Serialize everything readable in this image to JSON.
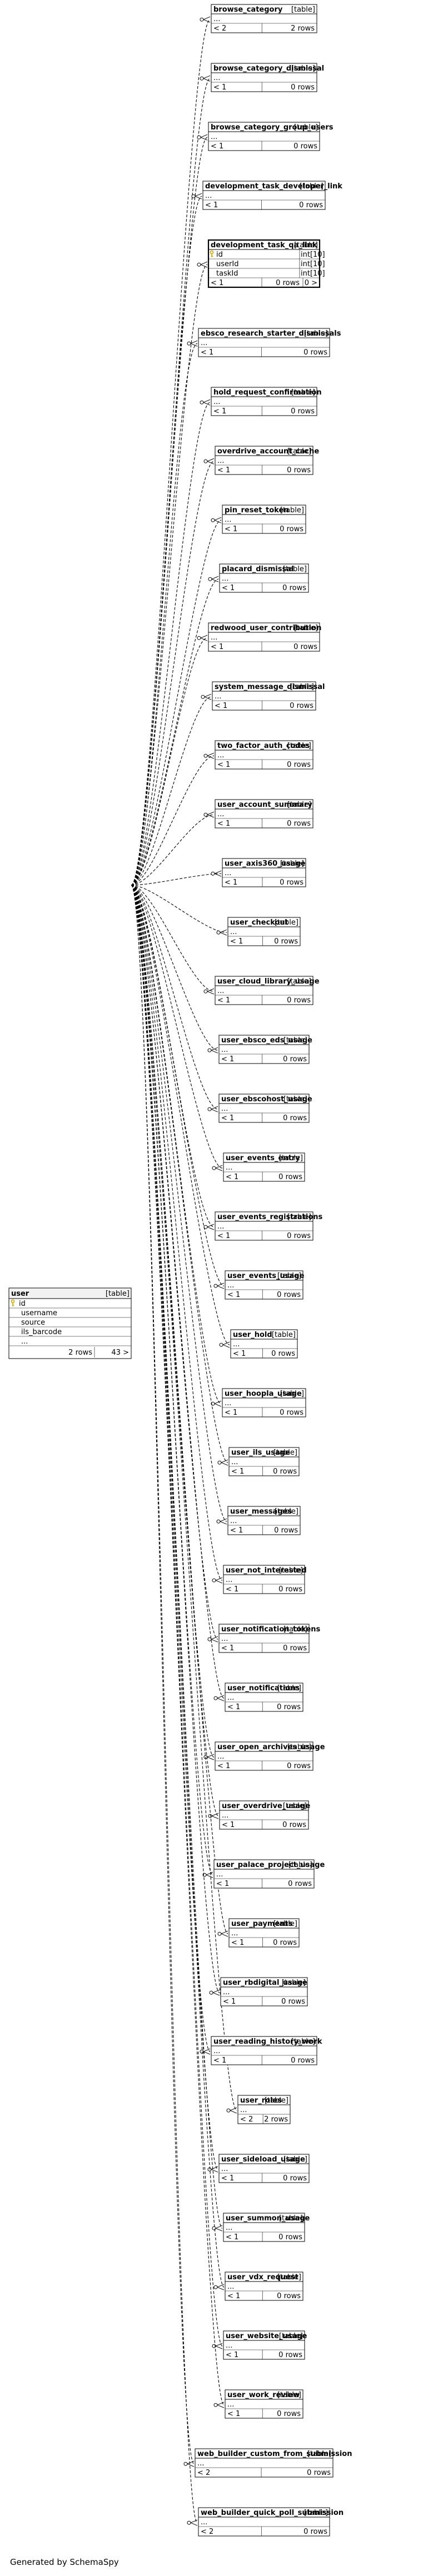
{
  "diagram": {
    "tag_label": "[table]",
    "user_table": {
      "name": "user",
      "columns": [
        {
          "name": "id",
          "pk": true
        },
        {
          "name": "username",
          "pk": false
        },
        {
          "name": "source",
          "pk": false
        },
        {
          "name": "ils_barcode",
          "pk": false
        },
        {
          "name": "...",
          "pk": false
        }
      ],
      "rows_text": "2 rows",
      "children_text": "43 >"
    },
    "tables": [
      {
        "name": "browse_category",
        "parents": "< 2",
        "rows": "2 rows"
      },
      {
        "name": "browse_category_dismissal",
        "parents": "< 1",
        "rows": "0 rows"
      },
      {
        "name": "browse_category_group_users",
        "parents": "< 1",
        "rows": "0 rows"
      },
      {
        "name": "development_task_developer_link",
        "parents": "< 1",
        "rows": "0 rows"
      },
      {
        "name": "development_task_qa_link",
        "parents": "< 1",
        "rows": "0 rows",
        "children": "0 >",
        "highlight": true,
        "columns": [
          {
            "name": "id",
            "type": "int[10]",
            "pk": true
          },
          {
            "name": "userId",
            "type": "int[10]",
            "pk": false
          },
          {
            "name": "taskId",
            "type": "int[10]",
            "pk": false
          }
        ]
      },
      {
        "name": "ebsco_research_starter_dismissals",
        "parents": "< 1",
        "rows": "0 rows"
      },
      {
        "name": "hold_request_confirmation",
        "parents": "< 1",
        "rows": "0 rows"
      },
      {
        "name": "overdrive_account_cache",
        "parents": "< 1",
        "rows": "0 rows"
      },
      {
        "name": "pin_reset_token",
        "parents": "< 1",
        "rows": "0 rows"
      },
      {
        "name": "placard_dismissal",
        "parents": "< 1",
        "rows": "0 rows"
      },
      {
        "name": "redwood_user_contribution",
        "parents": "< 1",
        "rows": "0 rows"
      },
      {
        "name": "system_message_dismissal",
        "parents": "< 1",
        "rows": "0 rows"
      },
      {
        "name": "two_factor_auth_codes",
        "parents": "< 1",
        "rows": "0 rows"
      },
      {
        "name": "user_account_summary",
        "parents": "< 1",
        "rows": "0 rows"
      },
      {
        "name": "user_axis360_usage",
        "parents": "< 1",
        "rows": "0 rows"
      },
      {
        "name": "user_checkout",
        "parents": "< 1",
        "rows": "0 rows"
      },
      {
        "name": "user_cloud_library_usage",
        "parents": "< 1",
        "rows": "0 rows"
      },
      {
        "name": "user_ebsco_eds_usage",
        "parents": "< 1",
        "rows": "0 rows"
      },
      {
        "name": "user_ebscohost_usage",
        "parents": "< 1",
        "rows": "0 rows"
      },
      {
        "name": "user_events_entry",
        "parents": "< 1",
        "rows": "0 rows"
      },
      {
        "name": "user_events_registrations",
        "parents": "< 1",
        "rows": "0 rows"
      },
      {
        "name": "user_events_usage",
        "parents": "< 1",
        "rows": "0 rows"
      },
      {
        "name": "user_hold",
        "parents": "< 1",
        "rows": "0 rows"
      },
      {
        "name": "user_hoopla_usage",
        "parents": "< 1",
        "rows": "0 rows"
      },
      {
        "name": "user_ils_usage",
        "parents": "< 1",
        "rows": "0 rows"
      },
      {
        "name": "user_messages",
        "parents": "< 1",
        "rows": "0 rows"
      },
      {
        "name": "user_not_interested",
        "parents": "< 1",
        "rows": "0 rows"
      },
      {
        "name": "user_notification_tokens",
        "parents": "< 1",
        "rows": "0 rows"
      },
      {
        "name": "user_notifications",
        "parents": "< 1",
        "rows": "0 rows"
      },
      {
        "name": "user_open_archives_usage",
        "parents": "< 1",
        "rows": "0 rows"
      },
      {
        "name": "user_overdrive_usage",
        "parents": "< 1",
        "rows": "0 rows"
      },
      {
        "name": "user_palace_project_usage",
        "parents": "< 1",
        "rows": "0 rows"
      },
      {
        "name": "user_payments",
        "parents": "< 1",
        "rows": "0 rows"
      },
      {
        "name": "user_rbdigital_usage",
        "parents": "< 1",
        "rows": "0 rows"
      },
      {
        "name": "user_reading_history_work",
        "parents": "< 1",
        "rows": "0 rows"
      },
      {
        "name": "user_roles",
        "parents": "< 2",
        "rows": "2 rows"
      },
      {
        "name": "user_sideload_usage",
        "parents": "< 1",
        "rows": "0 rows"
      },
      {
        "name": "user_summon_usage",
        "parents": "< 1",
        "rows": "0 rows"
      },
      {
        "name": "user_vdx_request",
        "parents": "< 1",
        "rows": "0 rows"
      },
      {
        "name": "user_website_usage",
        "parents": "< 1",
        "rows": "0 rows"
      },
      {
        "name": "user_work_review",
        "parents": "< 1",
        "rows": "0 rows"
      },
      {
        "name": "web_builder_custom_from_submission",
        "parents": "< 2",
        "rows": "0 rows"
      },
      {
        "name": "web_builder_quick_poll_submission",
        "parents": "< 2",
        "rows": "0 rows"
      }
    ]
  },
  "footer": {
    "text": "Generated by SchemaSpy"
  }
}
